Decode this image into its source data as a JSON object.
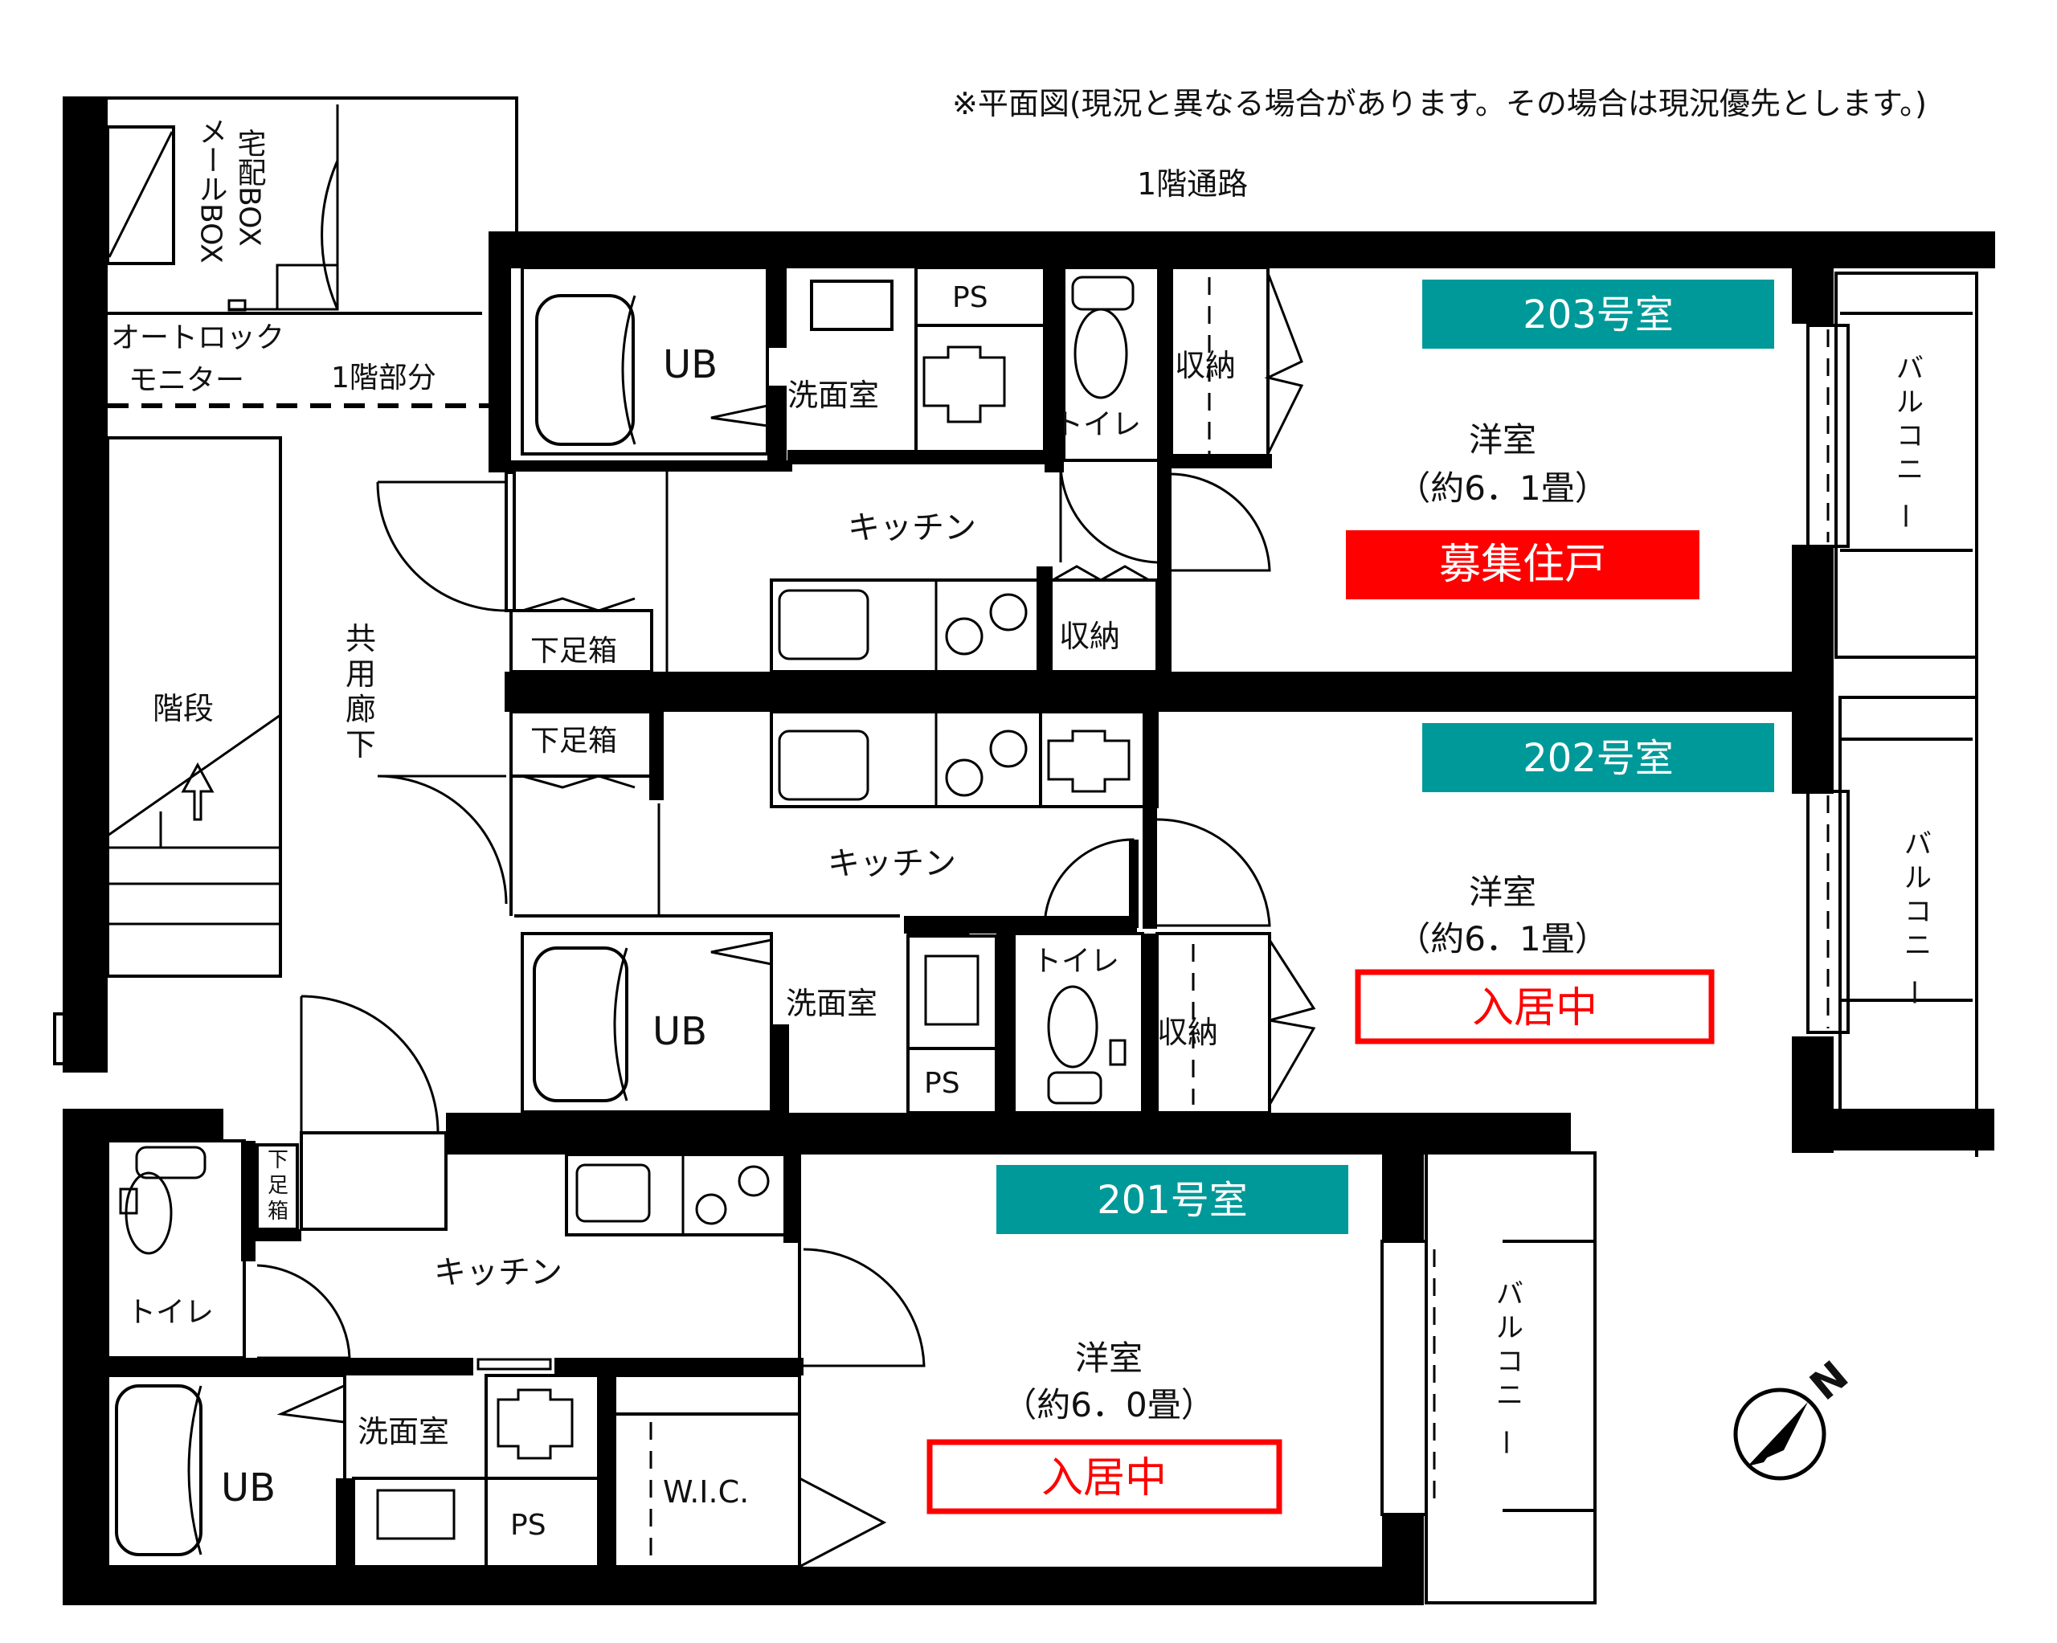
{
  "notice": "※平面図(現況と異なる場合があります。その場合は現況優先とします。)",
  "corridor_1f": "1階通路",
  "entrance": {
    "delivery_box": "宅配BOX",
    "mail_box": "メールBOX",
    "autolock_1": "オートロック",
    "autolock_2": "モニター",
    "floor1_part": "1階部分"
  },
  "common": {
    "stairs": "階段",
    "hallway": [
      "共",
      "用",
      "廊",
      "下"
    ]
  },
  "rooms": [
    {
      "number": "203号室",
      "badge_color": "#009999",
      "western_room": "洋室",
      "size": "（約6．1畳）",
      "status": "募集住戸",
      "status_style": "filled",
      "status_color": "#ff0000",
      "kitchen": "キッチン",
      "bath": "UB",
      "washroom": "洗面室",
      "ps": "PS",
      "toilet": "トイレ",
      "storage_1": "収納",
      "storage_2": "収納",
      "shoe_box": "下足箱",
      "balcony": [
        "バ",
        "ル",
        "コ",
        "ニ",
        "ー"
      ]
    },
    {
      "number": "202号室",
      "badge_color": "#009999",
      "western_room": "洋室",
      "size": "（約6．1畳）",
      "status": "入居中",
      "status_style": "outline",
      "status_color": "#ff0000",
      "kitchen": "キッチン",
      "bath": "UB",
      "washroom": "洗面室",
      "ps": "PS",
      "toilet": "トイレ",
      "storage_1": "収納",
      "shoe_box": "下足箱",
      "balcony": [
        "バ",
        "ル",
        "コ",
        "ニ",
        "ー"
      ]
    },
    {
      "number": "201号室",
      "badge_color": "#009999",
      "western_room": "洋室",
      "size": "（約6．0畳）",
      "status": "入居中",
      "status_style": "outline",
      "status_color": "#ff0000",
      "kitchen": "キッチン",
      "bath": "UB",
      "washroom": "洗面室",
      "ps": "PS",
      "toilet": "トイレ",
      "wic": "W.I.C.",
      "shoe_box": [
        "下",
        "足",
        "箱"
      ],
      "balcony": [
        "バ",
        "ル",
        "コ",
        "ニ",
        "ー"
      ]
    }
  ],
  "compass": {
    "north": "N",
    "icon": "north-arrow-icon"
  }
}
